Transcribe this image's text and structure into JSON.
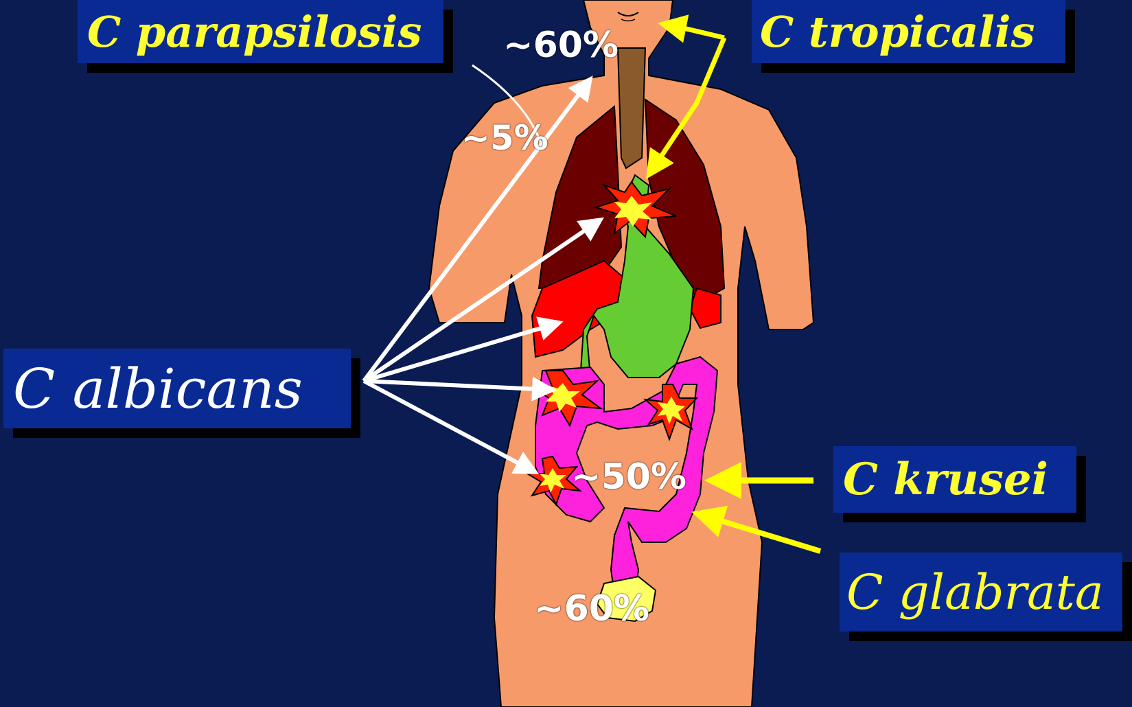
{
  "species_labels": {
    "parapsilosis": "C parapsilosis",
    "tropicalis": "C tropicalis",
    "albicans": "C albicans",
    "krusei": "C krusei",
    "glabrata": "C glabrata"
  },
  "percentages": {
    "mouth": "~60%",
    "skin": "~5%",
    "gut": "~50%",
    "vagina": "~60%"
  },
  "colors": {
    "background": "#0b1c52",
    "label_box": "#0a2a93",
    "label_yellow": "#ffff33",
    "label_white": "#ffffff",
    "skin": "#f79a6a",
    "lungs": "#6b0000",
    "liver": "#ff0000",
    "stomach": "#66cc33",
    "intestine": "#ff22dd",
    "trachea": "#8b5a2b",
    "bladder": "#ffff66"
  },
  "icons": [
    "arrow-icon",
    "infection-burst-icon"
  ]
}
